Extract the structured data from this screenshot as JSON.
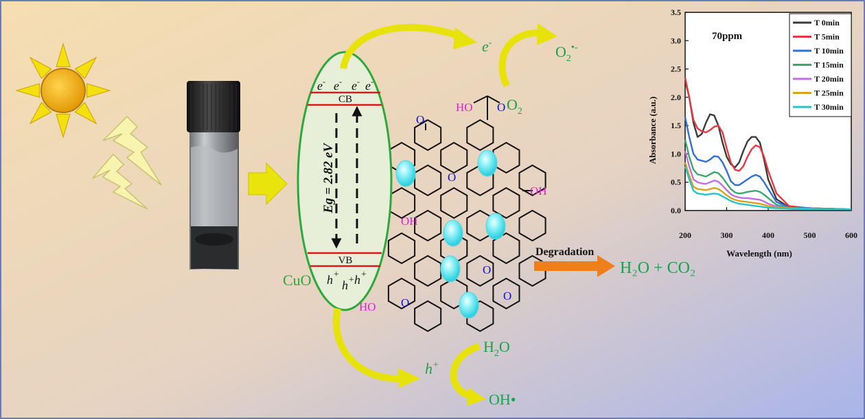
{
  "material_label": "CuO",
  "band": {
    "cb": "CB",
    "vb": "VB",
    "gap": "Eg = 2.82 eV",
    "electrons": [
      "e",
      "e",
      "e",
      "e"
    ],
    "electron_charge": "-",
    "holes": [
      "h",
      "h",
      "h"
    ],
    "hole_charge": "+"
  },
  "reactions": {
    "e_label": "e",
    "e_charge": "-",
    "o2": "O",
    "o2_sub": "2",
    "o2_radical": "O",
    "o2_radical_sub": "2",
    "o2_radical_sup": "•-",
    "h_label": "h",
    "h_charge": "+",
    "water": "H",
    "water_sub": "2",
    "water_tail": "O",
    "oh_radical": "OH•",
    "degradation": "Degradation",
    "products": "H₂O + CO₂"
  },
  "go_groups": {
    "ho_carboxyl": "HO",
    "o_carbonyl_top": "O",
    "o_carboxyl": "O",
    "epoxide_1": "O",
    "oh_right": "OH",
    "oh_mid": "OH",
    "epoxide_2": "O",
    "ho_left": "HO",
    "epoxide_3": "O",
    "bridge_o": "O"
  },
  "colors": {
    "bg_start": "#f5dcb0",
    "bg_end": "#a8b5e8",
    "ellipse_fill": "#e8f0da",
    "ellipse_stroke": "#2eaa3c",
    "band_line": "#d41a1a",
    "green_text": "#16a34a",
    "magenta": "#e020d0",
    "blue_o": "#0a10d8",
    "yellow_arrow": "#e7e20a",
    "orange_arrow": "#ef7f1a",
    "bubble": "#5de6f0"
  },
  "chart_data": {
    "type": "line",
    "annotation": "70ppm",
    "xlabel": "Wavelength (nm)",
    "ylabel": "Absorbance (a.u.)",
    "xlim": [
      200,
      600
    ],
    "ylim": [
      0,
      3.5
    ],
    "xticks": [
      "200",
      "300",
      "400",
      "500",
      "600"
    ],
    "yticks": [
      "0.0",
      "0.5",
      "1.0",
      "1.5",
      "2.0",
      "2.5",
      "3.0",
      "3.5"
    ],
    "legend_position": "top-right",
    "x": [
      200,
      210,
      220,
      230,
      240,
      250,
      260,
      270,
      280,
      290,
      300,
      310,
      320,
      330,
      340,
      350,
      360,
      370,
      380,
      390,
      400,
      420,
      450,
      500,
      550,
      600
    ],
    "series": [
      {
        "name": "T 0min",
        "color": "#3a3a3a",
        "values": [
          2.3,
          2.0,
          1.55,
          1.3,
          1.35,
          1.55,
          1.7,
          1.68,
          1.5,
          1.2,
          0.95,
          0.82,
          0.76,
          0.85,
          1.05,
          1.22,
          1.3,
          1.3,
          1.2,
          0.9,
          0.55,
          0.2,
          0.06,
          0.04,
          0.03,
          0.02
        ]
      },
      {
        "name": "T 5min",
        "color": "#e8383d",
        "values": [
          2.35,
          2.0,
          1.6,
          1.45,
          1.4,
          1.38,
          1.42,
          1.48,
          1.5,
          1.38,
          1.1,
          0.85,
          0.72,
          0.7,
          0.78,
          0.95,
          1.08,
          1.15,
          1.12,
          0.95,
          0.7,
          0.3,
          0.08,
          0.04,
          0.03,
          0.02
        ]
      },
      {
        "name": "T 10min",
        "color": "#2e6fd8",
        "values": [
          1.65,
          1.3,
          1.0,
          0.9,
          0.88,
          0.86,
          0.9,
          0.96,
          0.95,
          0.85,
          0.7,
          0.52,
          0.45,
          0.45,
          0.5,
          0.55,
          0.6,
          0.63,
          0.6,
          0.5,
          0.38,
          0.15,
          0.06,
          0.04,
          0.03,
          0.02
        ]
      },
      {
        "name": "T 15min",
        "color": "#3aa86a",
        "values": [
          1.25,
          0.95,
          0.72,
          0.64,
          0.62,
          0.6,
          0.64,
          0.68,
          0.66,
          0.58,
          0.48,
          0.38,
          0.32,
          0.3,
          0.31,
          0.33,
          0.34,
          0.35,
          0.33,
          0.28,
          0.22,
          0.1,
          0.05,
          0.03,
          0.03,
          0.02
        ]
      },
      {
        "name": "T 20min",
        "color": "#c36ee0",
        "values": [
          1.05,
          0.78,
          0.55,
          0.5,
          0.48,
          0.47,
          0.5,
          0.53,
          0.51,
          0.44,
          0.36,
          0.29,
          0.25,
          0.23,
          0.22,
          0.22,
          0.21,
          0.2,
          0.19,
          0.16,
          0.12,
          0.07,
          0.04,
          0.03,
          0.02,
          0.02
        ]
      },
      {
        "name": "T 25min",
        "color": "#d9a21a",
        "values": [
          0.85,
          0.62,
          0.42,
          0.38,
          0.37,
          0.36,
          0.38,
          0.4,
          0.38,
          0.33,
          0.27,
          0.22,
          0.19,
          0.17,
          0.16,
          0.15,
          0.14,
          0.13,
          0.12,
          0.1,
          0.08,
          0.05,
          0.04,
          0.03,
          0.02,
          0.02
        ]
      },
      {
        "name": "T 30min",
        "color": "#22c4cc",
        "values": [
          0.78,
          0.55,
          0.35,
          0.3,
          0.29,
          0.28,
          0.29,
          0.3,
          0.29,
          0.25,
          0.21,
          0.17,
          0.14,
          0.12,
          0.11,
          0.1,
          0.09,
          0.08,
          0.07,
          0.06,
          0.05,
          0.04,
          0.03,
          0.02,
          0.02,
          0.02
        ]
      }
    ]
  }
}
